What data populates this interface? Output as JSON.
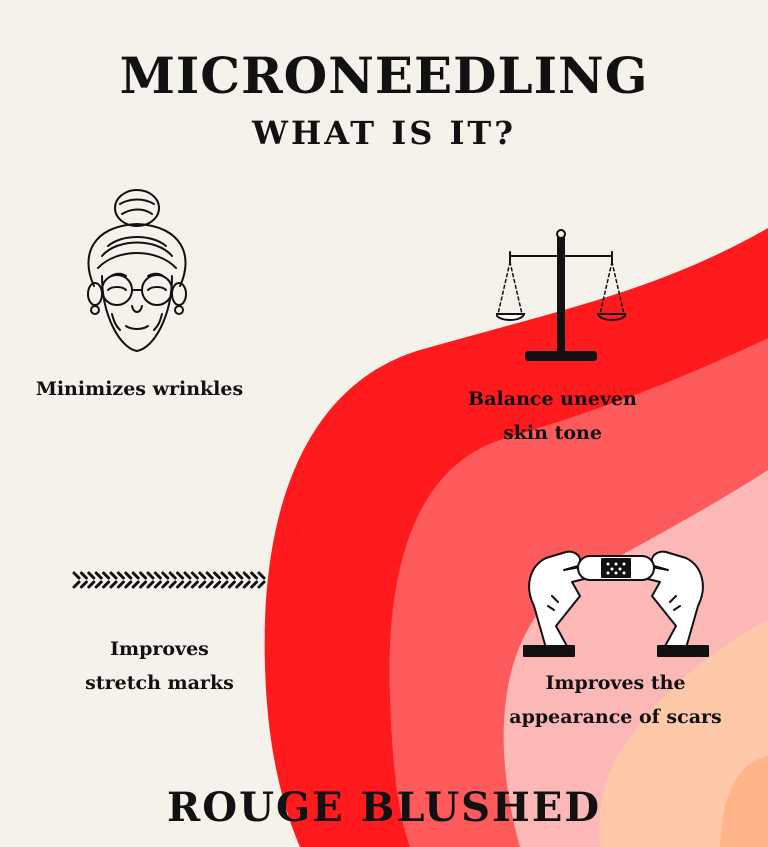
{
  "header": {
    "title": "MICRONEEDLING",
    "subtitle": "WHAT IS IT?"
  },
  "benefits": [
    {
      "label_lines": [
        "Minimizes wrinkles"
      ],
      "icon": "elderly-woman-icon"
    },
    {
      "label_lines": [
        "Balance uneven",
        "skin tone"
      ],
      "icon": "balance-scale-icon"
    },
    {
      "label_lines": [
        "Improves",
        "stretch marks"
      ],
      "icon": "stretch-marks-icon"
    },
    {
      "label_lines": [
        "Improves the",
        "appearance of scars"
      ],
      "icon": "bandage-hands-icon"
    }
  ],
  "footer": {
    "brand": "ROUGE BLUSHED"
  },
  "colors": {
    "background": "#f5f1eb",
    "wave_red": "#fe1a1d",
    "wave_coral": "#fd5a5b",
    "wave_pink": "#fbb8b7",
    "wave_peach": "#fdc9a9",
    "wave_apricot": "#ffb48a",
    "text": "#111111"
  }
}
